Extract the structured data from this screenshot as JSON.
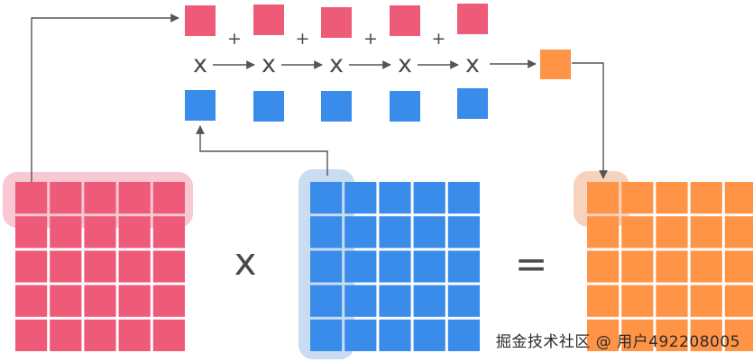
{
  "colors": {
    "red": "#ee5b79",
    "blue": "#3a8ceb",
    "orange": "#ff9447",
    "red_highlight": "#f8c9d3",
    "blue_highlight": "#c9dcf2",
    "orange_highlight": "#f7d3be",
    "line": "#555555",
    "text": "#4a4a4a"
  },
  "matrices": {
    "a": {
      "rows": 5,
      "cols": 5
    },
    "b": {
      "rows": 5,
      "cols": 5
    },
    "c": {
      "rows": 5,
      "cols": 5
    }
  },
  "operators": {
    "multiply": "x",
    "equals": "=",
    "plus": "+"
  },
  "pipeline": {
    "terms": 5
  },
  "watermark": "掘金技术社区 @ 用户492208005"
}
